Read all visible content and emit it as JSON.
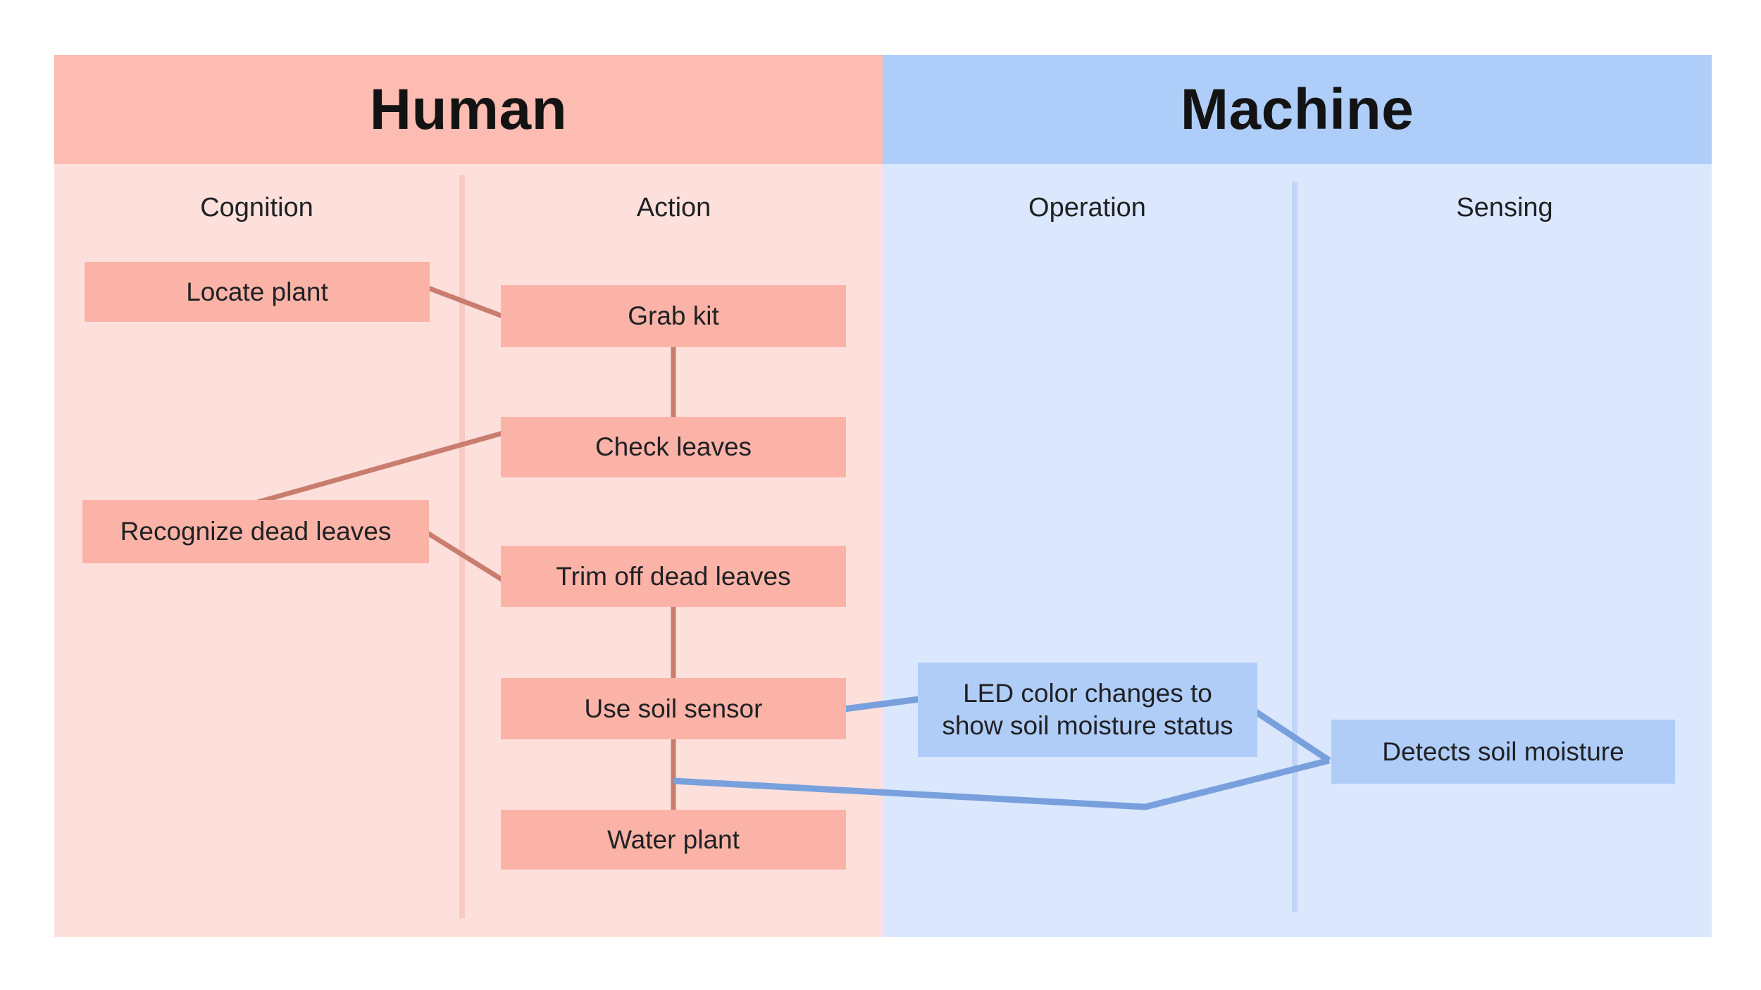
{
  "sections": {
    "human": {
      "label": "Human"
    },
    "machine": {
      "label": "Machine"
    }
  },
  "lanes": [
    {
      "label": "Cognition",
      "section": "Human"
    },
    {
      "label": "Action",
      "section": "Human"
    },
    {
      "label": "Operation",
      "section": "Machine"
    },
    {
      "label": "Sensing",
      "section": "Machine"
    }
  ],
  "nodes": [
    {
      "id": "locate-plant",
      "lane": "Cognition",
      "label": "Locate plant"
    },
    {
      "id": "grab-kit",
      "lane": "Action",
      "label": "Grab kit"
    },
    {
      "id": "check-leaves",
      "lane": "Action",
      "label": "Check leaves"
    },
    {
      "id": "recognize-dead-leaves",
      "lane": "Cognition",
      "label": "Recognize dead leaves"
    },
    {
      "id": "trim-off-dead-leaves",
      "lane": "Action",
      "label": "Trim off dead leaves"
    },
    {
      "id": "use-soil-sensor",
      "lane": "Action",
      "label": "Use soil sensor"
    },
    {
      "id": "water-plant",
      "lane": "Action",
      "label": "Water plant"
    },
    {
      "id": "led-color-changes",
      "lane": "Operation",
      "label": "LED color changes to show soil moisture status",
      "lines": [
        "LED color changes to",
        "show soil moisture status"
      ]
    },
    {
      "id": "detects-soil-moisture",
      "lane": "Sensing",
      "label": "Detects soil moisture"
    }
  ],
  "connections": [
    {
      "from": "locate-plant",
      "to": "grab-kit"
    },
    {
      "from": "grab-kit",
      "to": "check-leaves"
    },
    {
      "from": "check-leaves",
      "to": "recognize-dead-leaves"
    },
    {
      "from": "recognize-dead-leaves",
      "to": "trim-off-dead-leaves"
    },
    {
      "from": "trim-off-dead-leaves",
      "to": "use-soil-sensor"
    },
    {
      "from": "use-soil-sensor",
      "to": "water-plant"
    },
    {
      "from": "use-soil-sensor",
      "to": "led-color-changes"
    },
    {
      "from": "led-color-changes",
      "to": "detects-soil-moisture"
    },
    {
      "from": "use-soil-sensor",
      "to": "detects-soil-moisture",
      "via": "branch off the use-soil-sensor to water-plant connector"
    }
  ],
  "colors": {
    "human_header": "#fcbcb1",
    "human_body": "#fde0db",
    "human_node": "#fbb3a8",
    "human_connector": "#c97d6e",
    "human_divider": "#f8cac3",
    "machine_header": "#aecdf9",
    "machine_body": "#dbe7fc",
    "machine_node": "#b0cdf8",
    "machine_connector": "#78a0dd",
    "machine_divider": "#c0d5f9",
    "text": "#202124",
    "background": "#ffffff"
  }
}
